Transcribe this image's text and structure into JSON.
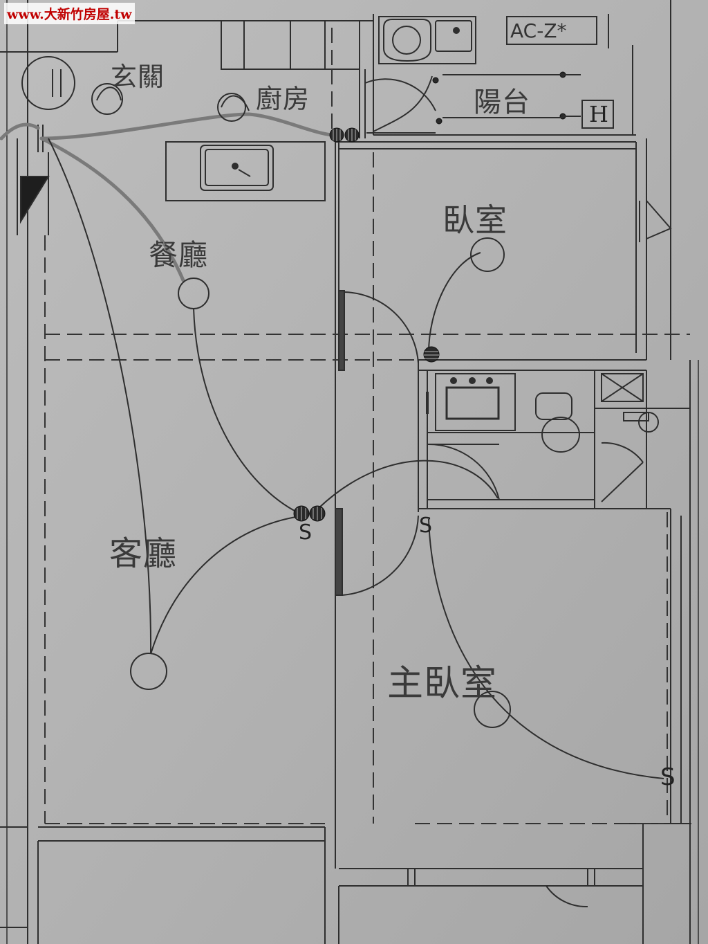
{
  "watermark": {
    "text": "www.大新竹房屋.tw",
    "color": "#c00000"
  },
  "rooms": {
    "entrance": "玄關",
    "kitchen": "廚房",
    "balcony": "陽台",
    "bedroom": "臥室",
    "dining": "餐廳",
    "living": "客廳",
    "master_bedroom": "主臥室"
  },
  "fixtures": {
    "ac_tag": "AC-Z*",
    "water_heater_tag": "H"
  },
  "switch_symbols": {
    "two_way": "S"
  },
  "colors": {
    "paper": "#b3b3b3",
    "ink": "#2c2c2c",
    "wiring_highlight": "#7a7a7a",
    "watermark_red": "#c00000"
  }
}
